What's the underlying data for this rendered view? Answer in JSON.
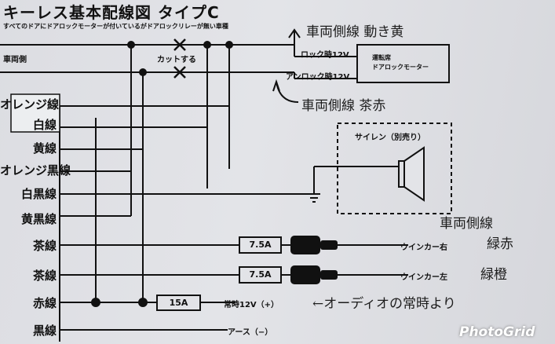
{
  "diagram": {
    "title": "キーレス基本配線図 タイプC",
    "subtitle": "すべてのドアにドアロックモーターが付いているがドアロックリレーが無い車種",
    "vehicle_side_label": "車両側",
    "cut_label": "カットする",
    "lock_label": "ロック時12V",
    "unlock_label": "アンロック時12V",
    "motor_label_line1": "運転席",
    "motor_label_line2": "ドアロックモーター",
    "siren_label": "サイレン（別売り）",
    "fuse_right": "7.5A",
    "fuse_left": "7.5A",
    "fuse_power": "15A",
    "winker_right": "ウインカー右",
    "winker_left": "ウインカー左",
    "constant_12v": "常時12V（+）",
    "ground": "アース（−）",
    "wires": [
      "オレンジ線",
      "白線",
      "黄線",
      "オレンジ黒線",
      "白黒線",
      "黄黒線",
      "茶線",
      "茶線",
      "赤線",
      "黒線"
    ],
    "handwritten": {
      "lock_note": "車両側線 動き黄",
      "unlock_note": "車両側線 茶赤",
      "winker_note_top": "車両側線",
      "winker_right_note": "緑赤",
      "winker_left_note": "緑橙",
      "audio_note": "←オーディオの常時より"
    }
  },
  "watermark": "PhotoGrid"
}
